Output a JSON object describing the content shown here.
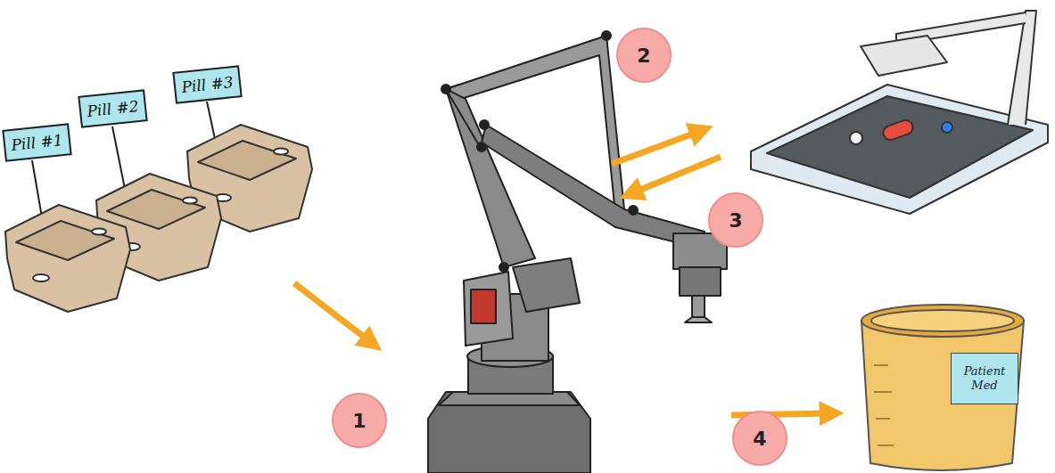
{
  "diagram": {
    "nodes": [
      {
        "text": [
          "Pill #1"
        ]
      },
      {
        "text": [
          "Pill #2"
        ]
      },
      {
        "text": [
          "Pill #3"
        ]
      },
      {
        "text": [
          "1"
        ]
      },
      {
        "text": [
          "2"
        ]
      },
      {
        "text": [
          "3"
        ]
      },
      {
        "text": [
          "4"
        ]
      },
      {
        "text": [
          "Patient Med"
        ]
      }
    ]
  }
}
